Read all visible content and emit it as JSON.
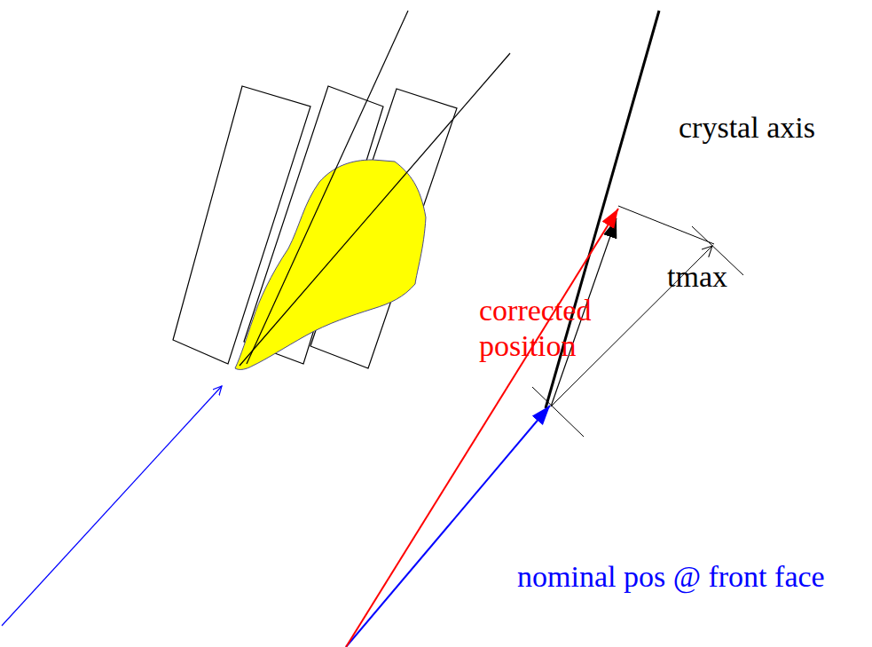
{
  "diagram": {
    "labels": [
      "crystal axis",
      "tmax",
      "corrected position",
      "nominal pos @ front face"
    ]
  }
}
